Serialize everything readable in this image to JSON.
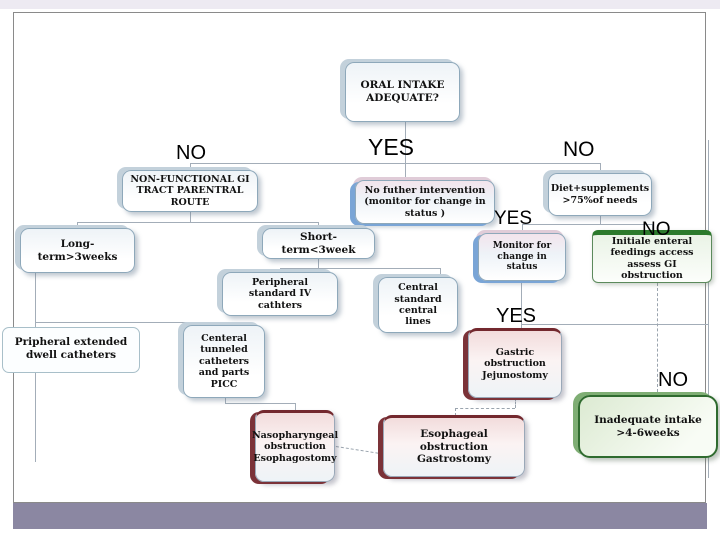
{
  "slide": {
    "background": "#ffffff",
    "top_strip_color": "#edeaf2",
    "bottom_bar_color": "#8b87a2",
    "border_color": "#8a8a8a",
    "accent_green": "#2c7a2c",
    "accent_maroon": "#73282e",
    "accent_blue": "#7aa5d6"
  },
  "labels": {
    "no_top_left": "NO",
    "yes_top": "YES",
    "no_top_right": "NO",
    "yes_mid": "YES",
    "no_mid": "NO",
    "yes_lower": "YES",
    "no_lower": "NO"
  },
  "nodes": {
    "oral_intake": "ORAL INTAKE ADEQUATE?",
    "non_functional_gi": "NON-FUNCTIONAL GI TRACT PARENTRAL ROUTE",
    "no_further": "No futher intervention (monitor for change in status )",
    "diet_supplements": "Diet+supplements >75%of needs",
    "long_term": "Long-term>3weeks",
    "short_term": "Short-term<3week",
    "monitor_change": "Monitor for change in status",
    "initial_enteral": "Initiale enteral feedings access assess GI obstruction",
    "peripheral_iv": "Peripheral standard IV cathters",
    "central_lines": "Central standard central lines",
    "peripheral_extended": "Pripheral extended dwell catheters",
    "central_tunneled": "Centeral tunneled catheters and parts PICC",
    "gastric_obstruction": "Gastric obstruction Jejunostomy",
    "nasopharyngeal": "Nasopharyngeal obstruction Esophagostomy",
    "esophageal": "Esophageal obstruction Gastrostomy",
    "inadequate_intake": "Inadequate intake >4-6weeks"
  }
}
